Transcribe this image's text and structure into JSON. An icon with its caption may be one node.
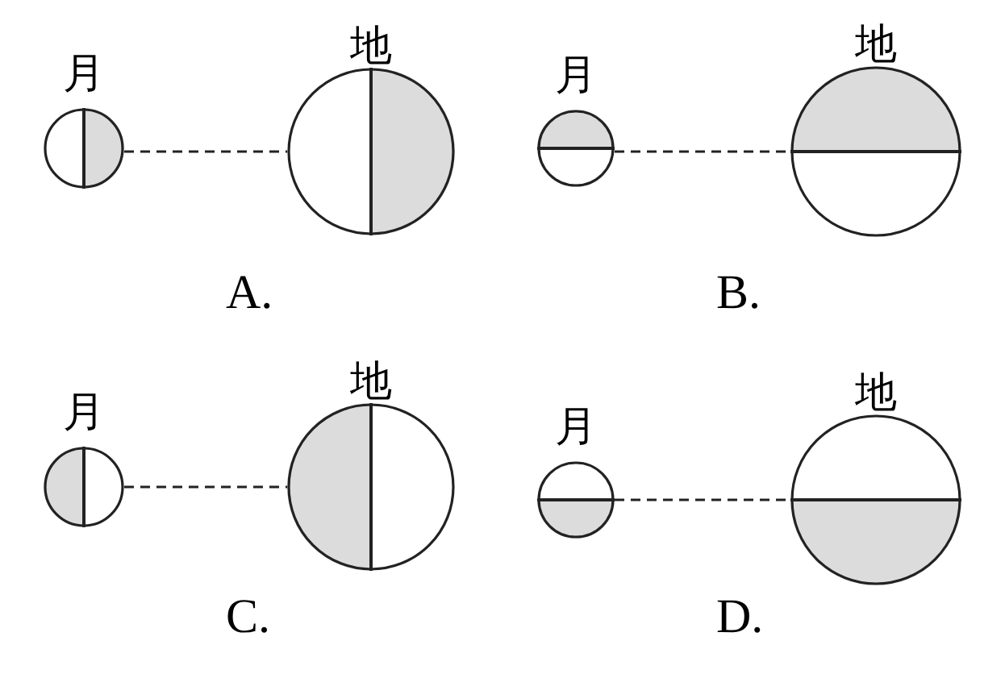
{
  "diagram": {
    "nodes": [
      {
        "text": [
          "月"
        ]
      },
      {
        "text": [
          "地"
        ]
      },
      {
        "text": [
          "月"
        ]
      },
      {
        "text": [
          "地"
        ]
      },
      {
        "text": [
          "月"
        ]
      },
      {
        "text": [
          "地"
        ]
      },
      {
        "text": [
          "月"
        ]
      },
      {
        "text": [
          "地"
        ]
      }
    ],
    "edges": [
      {
        "from": 0,
        "to": 1,
        "arrow": "none",
        "style": "dashed"
      },
      {
        "from": 2,
        "to": 3,
        "arrow": "none",
        "style": "dashed"
      },
      {
        "from": 4,
        "to": 5,
        "arrow": "none",
        "style": "dashed"
      },
      {
        "from": 6,
        "to": 7,
        "arrow": "none",
        "style": "dashed"
      }
    ],
    "labels": [
      "A.",
      "B.",
      "C.",
      "D."
    ]
  }
}
